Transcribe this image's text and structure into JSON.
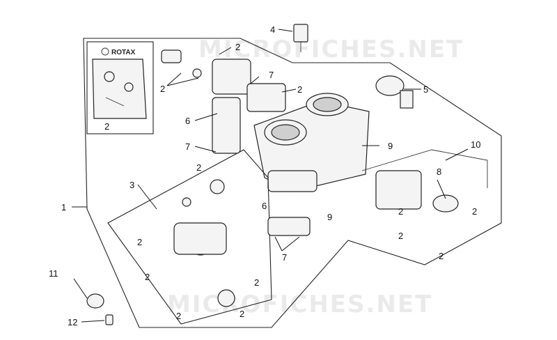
{
  "watermark": "MICROFICHES.NET",
  "kit_brand": "ROTAX",
  "callouts": {
    "c1": "1",
    "c2_kit": "2",
    "c2_a": "2",
    "c2_b": "2",
    "c2_c": "2",
    "c2_d": "2",
    "c2_e": "2",
    "c2_f": "2",
    "c2_g": "2",
    "c2_h": "2",
    "c2_i": "2",
    "c2_j": "2",
    "c2_k": "2",
    "c2_l": "2",
    "c2_m": "2",
    "c3": "3",
    "c4": "4",
    "c5": "5",
    "c6_a": "6",
    "c6_b": "6",
    "c7_a": "7",
    "c7_b": "7",
    "c7_c": "7",
    "c8": "8",
    "c9_a": "9",
    "c9_b": "9",
    "c10": "10",
    "c11": "11",
    "c12": "12"
  }
}
